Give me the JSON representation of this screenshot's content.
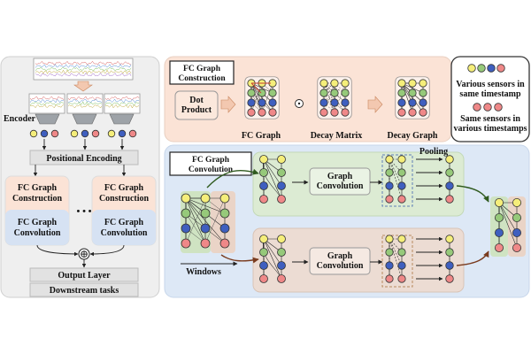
{
  "left_panel": {
    "encoder_label": "Encoder",
    "positional_encoding_label": "Positional Encoding",
    "fc_block_1": {
      "construction": "FC Graph Construction",
      "convolution": "FC Graph Convolution"
    },
    "fc_block_2": {
      "construction": "FC Graph Construction",
      "convolution": "FC Graph Convolution"
    },
    "ellipsis": "• • •",
    "add_symbol": "⊕",
    "output_layer_label": "Output Layer",
    "downstream_label": "Downstream tasks"
  },
  "construction_panel": {
    "title": "FC Graph Construction",
    "dot_product_label": "Dot Product",
    "fc_graph_label": "FC Graph",
    "dot_operator": "⊙",
    "decay_matrix_label": "Decay Matrix",
    "decay_graph_label": "Decay Graph"
  },
  "convolution_panel": {
    "title": "FC Graph Convolution",
    "windows_label": "Windows",
    "graph_convolution_top_label": "Graph Convolution",
    "graph_convolution_bottom_label": "Graph Convolution",
    "pooling_label": "Pooling"
  },
  "legend": {
    "various_sensors_label": "Various sensors in same timestamp",
    "same_sensors_label": "Same sensors in various timestamps"
  },
  "colors": {
    "yellow": "#f5ee7a",
    "green": "#96c97a",
    "blue": "#3f5fbf",
    "red": "#ef8888",
    "left_bg": "#efefef",
    "construction_bg": "#fbe3d6",
    "convolution_bg": "#dde8f6",
    "green_window": "#dcebd3",
    "brown_window": "#ecdcd3"
  }
}
